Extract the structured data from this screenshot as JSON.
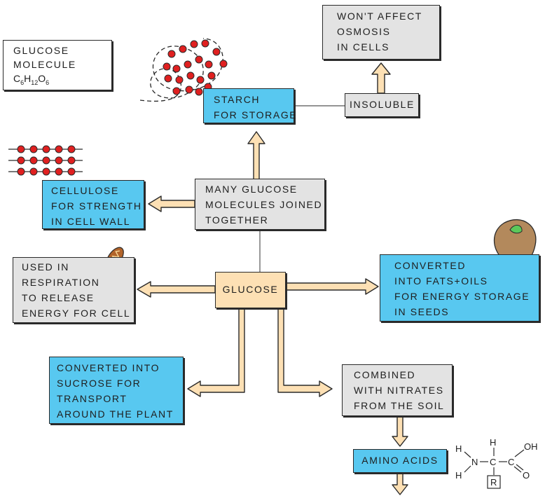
{
  "key_box": {
    "lines": [
      "GLUCOSE",
      "MOLECULE"
    ],
    "formula": {
      "c": "C",
      "c_sub": "6",
      "h": "H",
      "h_sub": "12",
      "o": "O",
      "o_sub": "6"
    }
  },
  "starch": {
    "lines": [
      "STARCH",
      "FOR  STORAGE"
    ]
  },
  "insoluble": {
    "label": "INSOLUBLE"
  },
  "osmosis": {
    "lines": [
      "WON'T  AFFECT",
      "OSMOSIS",
      "IN  CELLS"
    ]
  },
  "cellulose": {
    "lines": [
      "CELLULOSE",
      "FOR  STRENGTH",
      "IN  CELL  WALL"
    ]
  },
  "many_glucose": {
    "lines": [
      "MANY  GLUCOSE",
      "MOLECULES  JOINED",
      "TOGETHER"
    ]
  },
  "respiration": {
    "lines": [
      "USED  IN",
      "RESPIRATION",
      "TO  RELEASE",
      "ENERGY  FOR  CELL"
    ]
  },
  "glucose": {
    "label": "GLUCOSE"
  },
  "fats": {
    "lines": [
      "CONVERTED",
      "INTO  FATS+OILS",
      "FOR  ENERGY  STORAGE",
      "IN  SEEDS"
    ]
  },
  "sucrose": {
    "lines": [
      "CONVERTED   INTO",
      "SUCROSE  FOR",
      "TRANSPORT",
      "AROUND  THE  PLANT"
    ]
  },
  "nitrates": {
    "lines": [
      "COMBINED",
      "WITH  NITRATES",
      "FROM  THE  SOIL"
    ]
  },
  "amino": {
    "label": "AMINO  ACIDS"
  },
  "amino_structure": {
    "h1": "H",
    "h2": "H",
    "h3": "H",
    "n": "N",
    "c1": "C",
    "c2": "C",
    "oh": "OH",
    "o": "O",
    "r": "R"
  },
  "colors": {
    "blue": "#58c8f0",
    "grey": "#e3e3e3",
    "peach": "#fde0b4",
    "arrow": "#fde0b4",
    "molecule": "#e02020"
  }
}
